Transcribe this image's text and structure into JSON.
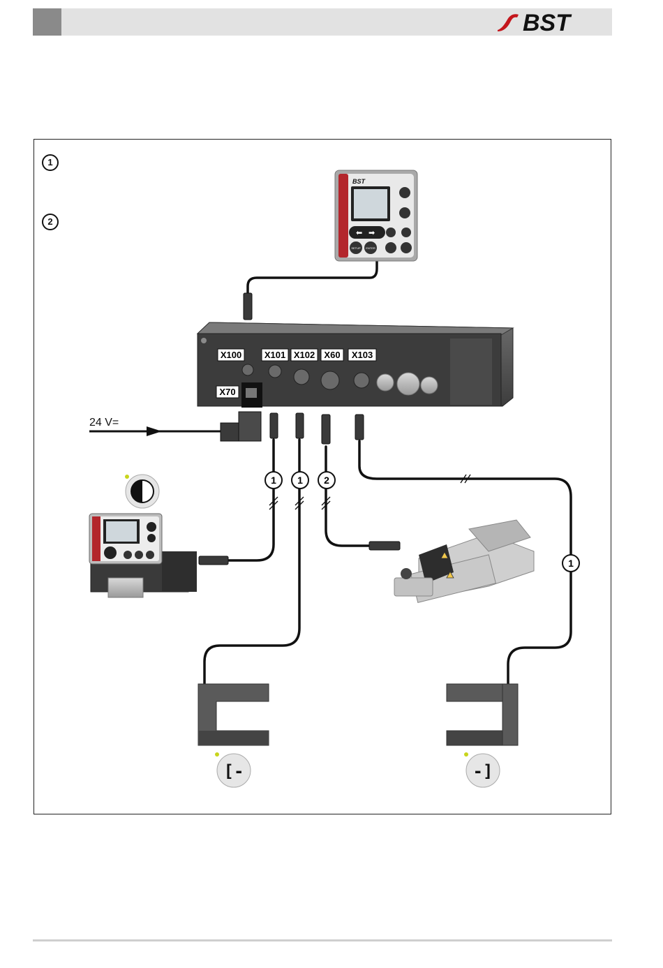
{
  "header": {
    "logo_text": "BST"
  },
  "legend": [
    {
      "number": "1",
      "text": ""
    },
    {
      "number": "2",
      "text": ""
    }
  ],
  "control_box": {
    "ports": [
      "X100",
      "X101",
      "X102",
      "X60",
      "X103",
      "X70"
    ]
  },
  "power": {
    "label": "24 V="
  },
  "cable_markers": [
    "1",
    "1",
    "2",
    "1"
  ],
  "operating_unit": {
    "brand": "BST",
    "buttons": [
      "SETUP",
      "ENTER"
    ]
  },
  "colors": {
    "cable": "#111111",
    "device_body": "#4a4a4a",
    "panel_red": "#b3262c",
    "led_green": "#c8d51c"
  }
}
